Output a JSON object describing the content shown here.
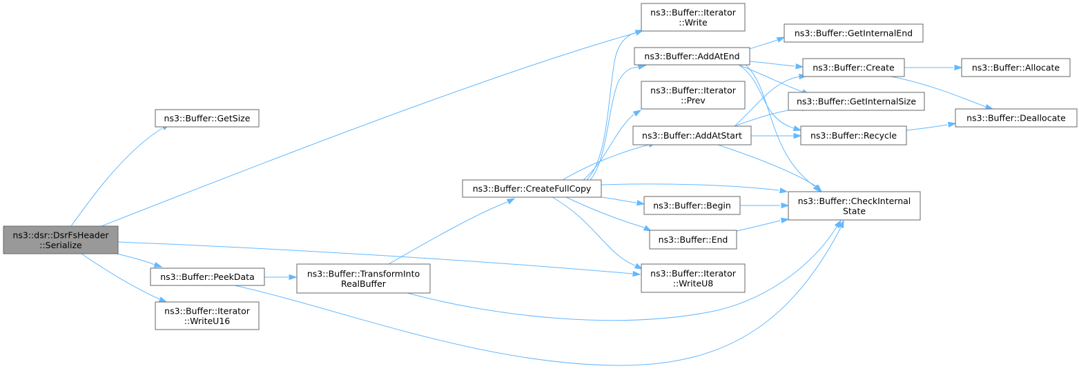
{
  "colors": {
    "edge": "#63b8ff",
    "node_border": "#666666",
    "node_fill": "#ffffff",
    "root_fill": "#999999",
    "text": "#000000"
  },
  "nodes": [
    {
      "id": "serialize",
      "lines": [
        "ns3::dsr::DsrFsHeader",
        "::Serialize"
      ],
      "root": true
    },
    {
      "id": "getsize",
      "lines": [
        "ns3::Buffer::GetSize"
      ]
    },
    {
      "id": "peekdata",
      "lines": [
        "ns3::Buffer::PeekData"
      ]
    },
    {
      "id": "writeu16",
      "lines": [
        "ns3::Buffer::Iterator",
        "::WriteU16"
      ]
    },
    {
      "id": "transform",
      "lines": [
        "ns3::Buffer::TransformInto",
        "RealBuffer"
      ]
    },
    {
      "id": "createfullcopy",
      "lines": [
        "ns3::Buffer::CreateFullCopy"
      ]
    },
    {
      "id": "write",
      "lines": [
        "ns3::Buffer::Iterator",
        "::Write"
      ]
    },
    {
      "id": "addatend",
      "lines": [
        "ns3::Buffer::AddAtEnd"
      ]
    },
    {
      "id": "prev",
      "lines": [
        "ns3::Buffer::Iterator",
        "::Prev"
      ]
    },
    {
      "id": "addatstart",
      "lines": [
        "ns3::Buffer::AddAtStart"
      ]
    },
    {
      "id": "begin",
      "lines": [
        "ns3::Buffer::Begin"
      ]
    },
    {
      "id": "end",
      "lines": [
        "ns3::Buffer::End"
      ]
    },
    {
      "id": "writeu8",
      "lines": [
        "ns3::Buffer::Iterator",
        "::WriteU8"
      ]
    },
    {
      "id": "getinternalend",
      "lines": [
        "ns3::Buffer::GetInternalEnd"
      ]
    },
    {
      "id": "create",
      "lines": [
        "ns3::Buffer::Create"
      ]
    },
    {
      "id": "getinternalsize",
      "lines": [
        "ns3::Buffer::GetInternalSize"
      ]
    },
    {
      "id": "recycle",
      "lines": [
        "ns3::Buffer::Recycle"
      ]
    },
    {
      "id": "checkinternal",
      "lines": [
        "ns3::Buffer::CheckInternal",
        "State"
      ]
    },
    {
      "id": "allocate",
      "lines": [
        "ns3::Buffer::Allocate"
      ]
    },
    {
      "id": "deallocate",
      "lines": [
        "ns3::Buffer::Deallocate"
      ]
    }
  ],
  "edges": [
    [
      "serialize",
      "getsize"
    ],
    [
      "serialize",
      "write"
    ],
    [
      "serialize",
      "peekdata"
    ],
    [
      "serialize",
      "writeu16"
    ],
    [
      "serialize",
      "writeu8"
    ],
    [
      "peekdata",
      "transform"
    ],
    [
      "peekdata",
      "checkinternal"
    ],
    [
      "transform",
      "createfullcopy"
    ],
    [
      "transform",
      "checkinternal"
    ],
    [
      "createfullcopy",
      "write"
    ],
    [
      "createfullcopy",
      "addatend"
    ],
    [
      "createfullcopy",
      "prev"
    ],
    [
      "createfullcopy",
      "addatstart"
    ],
    [
      "createfullcopy",
      "checkinternal"
    ],
    [
      "createfullcopy",
      "begin"
    ],
    [
      "createfullcopy",
      "end"
    ],
    [
      "createfullcopy",
      "writeu8"
    ],
    [
      "addatend",
      "getinternalend"
    ],
    [
      "addatend",
      "create"
    ],
    [
      "addatend",
      "getinternalsize"
    ],
    [
      "addatend",
      "recycle"
    ],
    [
      "addatend",
      "checkinternal"
    ],
    [
      "addatstart",
      "create"
    ],
    [
      "addatstart",
      "getinternalsize"
    ],
    [
      "addatstart",
      "recycle"
    ],
    [
      "addatstart",
      "checkinternal"
    ],
    [
      "begin",
      "checkinternal"
    ],
    [
      "end",
      "checkinternal"
    ],
    [
      "create",
      "allocate"
    ],
    [
      "create",
      "deallocate"
    ],
    [
      "recycle",
      "deallocate"
    ]
  ]
}
